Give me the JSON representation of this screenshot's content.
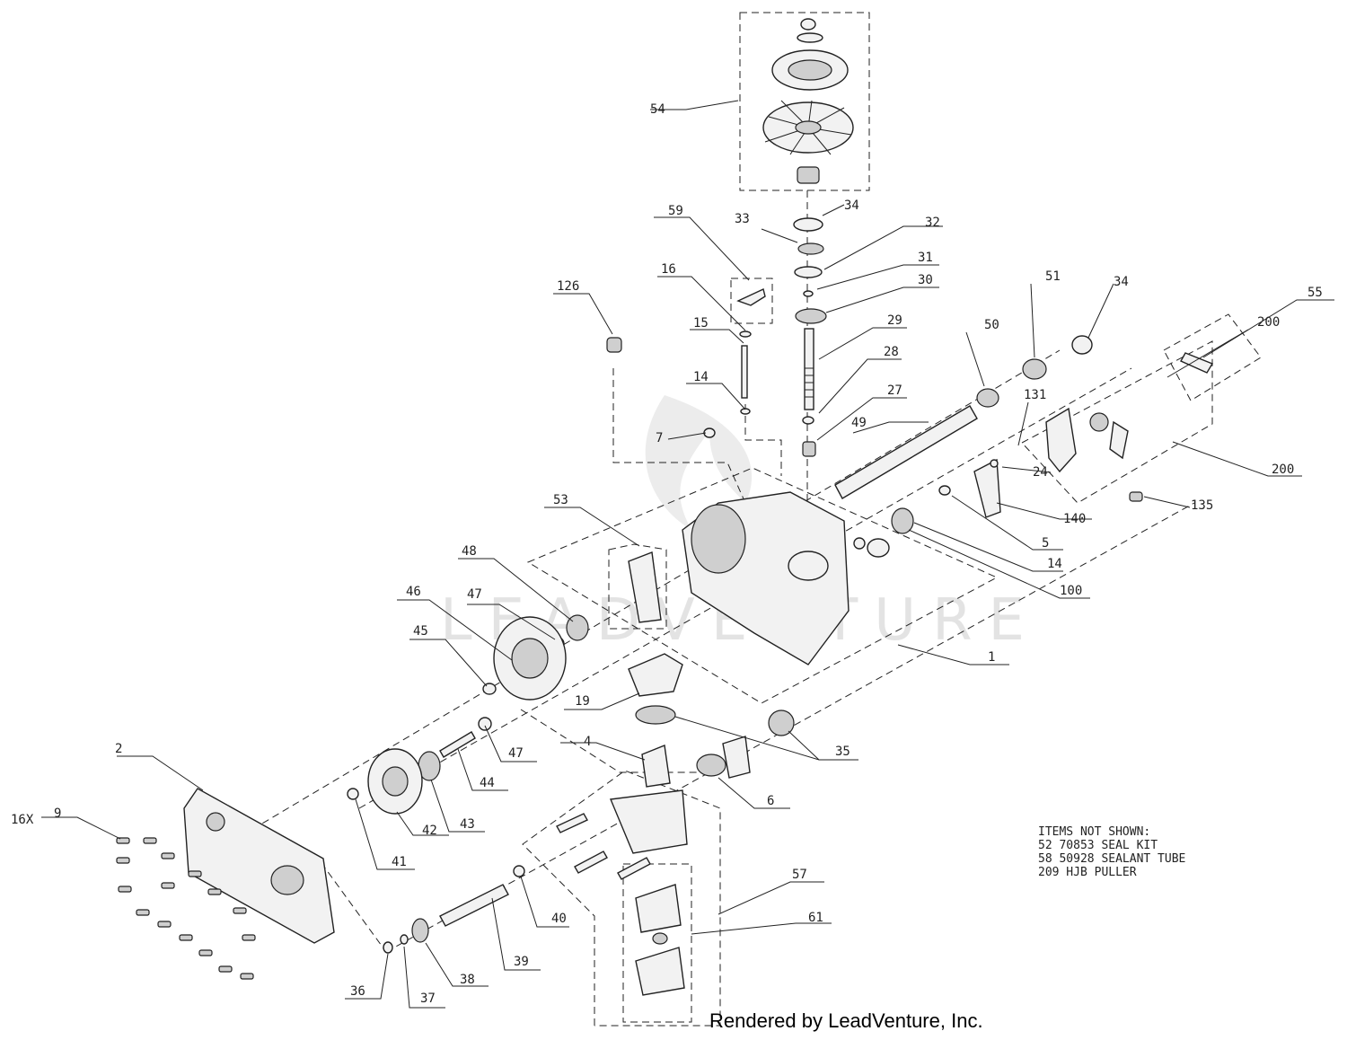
{
  "callouts": [
    {
      "id": "c54",
      "text": "54"
    },
    {
      "id": "c34a",
      "text": "34"
    },
    {
      "id": "c33",
      "text": "33"
    },
    {
      "id": "c32",
      "text": "32"
    },
    {
      "id": "c31",
      "text": "31"
    },
    {
      "id": "c30",
      "text": "30"
    },
    {
      "id": "c29",
      "text": "29"
    },
    {
      "id": "c28",
      "text": "28"
    },
    {
      "id": "c27",
      "text": "27"
    },
    {
      "id": "c59",
      "text": "59"
    },
    {
      "id": "c16",
      "text": "16"
    },
    {
      "id": "c15",
      "text": "15"
    },
    {
      "id": "c14a",
      "text": "14"
    },
    {
      "id": "c126",
      "text": "126"
    },
    {
      "id": "c7",
      "text": "7"
    },
    {
      "id": "c49",
      "text": "49"
    },
    {
      "id": "c50",
      "text": "50"
    },
    {
      "id": "c51",
      "text": "51"
    },
    {
      "id": "c34b",
      "text": "34"
    },
    {
      "id": "c55",
      "text": "55"
    },
    {
      "id": "c200a",
      "text": "200"
    },
    {
      "id": "c131",
      "text": "131"
    },
    {
      "id": "c24",
      "text": "24"
    },
    {
      "id": "c200b",
      "text": "200"
    },
    {
      "id": "c140",
      "text": "140"
    },
    {
      "id": "c135",
      "text": "135"
    },
    {
      "id": "c5",
      "text": "5"
    },
    {
      "id": "c14b",
      "text": "14"
    },
    {
      "id": "c100",
      "text": "100"
    },
    {
      "id": "c53",
      "text": "53"
    },
    {
      "id": "c48",
      "text": "48"
    },
    {
      "id": "c47a",
      "text": "47"
    },
    {
      "id": "c46",
      "text": "46"
    },
    {
      "id": "c45",
      "text": "45"
    },
    {
      "id": "c1",
      "text": "1"
    },
    {
      "id": "c19",
      "text": "19"
    },
    {
      "id": "c47b",
      "text": "47"
    },
    {
      "id": "c4",
      "text": "4"
    },
    {
      "id": "c35",
      "text": "35"
    },
    {
      "id": "c44",
      "text": "44"
    },
    {
      "id": "c6",
      "text": "6"
    },
    {
      "id": "c2",
      "text": "2"
    },
    {
      "id": "c16x",
      "text": "16X"
    },
    {
      "id": "c9",
      "text": "9"
    },
    {
      "id": "c43",
      "text": "43"
    },
    {
      "id": "c42",
      "text": "42"
    },
    {
      "id": "c41",
      "text": "41"
    },
    {
      "id": "c57",
      "text": "57"
    },
    {
      "id": "c61",
      "text": "61"
    },
    {
      "id": "c40",
      "text": "40"
    },
    {
      "id": "c39",
      "text": "39"
    },
    {
      "id": "c38",
      "text": "38"
    },
    {
      "id": "c37",
      "text": "37"
    },
    {
      "id": "c36",
      "text": "36"
    }
  ],
  "notes": {
    "heading": "ITEMS NOT SHOWN:",
    "lines": [
      "52 70853 SEAL KIT",
      "58 50928 SEALANT TUBE",
      "209 HJB PULLER"
    ]
  },
  "watermark": "LEADVENTURE",
  "credit": "Rendered by LeadVenture, Inc."
}
